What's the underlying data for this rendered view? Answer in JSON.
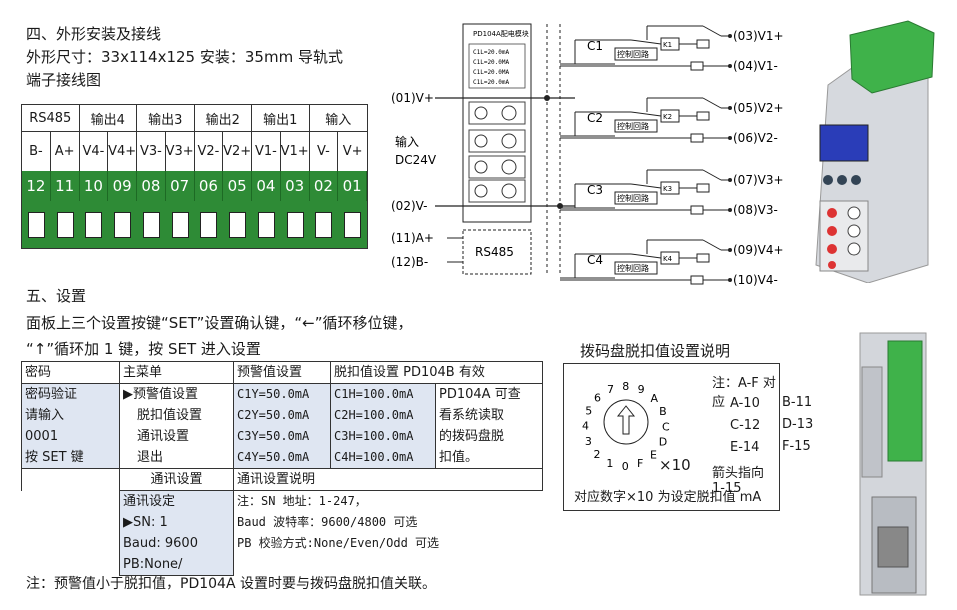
{
  "section4": {
    "title": "四、外形安装及接线",
    "dims": "外形尺寸：33x114x125  安装：35mm 导轨式",
    "terminal_title": "端子接线图"
  },
  "terminal": {
    "groups": [
      "RS485",
      "输出4",
      "输出3",
      "输出2",
      "输出1",
      "输入"
    ],
    "pins": [
      "B-",
      "A+",
      "V4-",
      "V4+",
      "V3-",
      "V3+",
      "V2-",
      "V2+",
      "V1-",
      "V1+",
      "V-",
      "V+"
    ],
    "numbers": [
      "12",
      "11",
      "10",
      "09",
      "08",
      "07",
      "06",
      "05",
      "04",
      "03",
      "02",
      "01"
    ]
  },
  "wiring": {
    "module_title": "PD104A配电模块",
    "module_lines": [
      "C1L=20.0mA",
      "C1L=20.0MA",
      "C1L=20.0MA",
      "C1L=20.0mA"
    ],
    "left_labels": [
      "(01)V+",
      "输入",
      "DC24V",
      "(02)V-",
      "(11)A+",
      "(12)B-"
    ],
    "rs485": "RS485",
    "channels": [
      "C1",
      "C2",
      "C3",
      "C4"
    ],
    "ctrl": "控制回路",
    "relays": [
      "K1",
      "K2",
      "K3",
      "K4"
    ],
    "right_labels": [
      "(03)V1+",
      "(04)V1-",
      "(05)V2+",
      "(06)V2-",
      "(07)V3+",
      "(08)V3-",
      "(09)V4+",
      "(10)V4-"
    ]
  },
  "section5": {
    "title": "五、设置",
    "line1": "面板上三个设置按键“SET”设置确认键，“←”循环移位键，",
    "line2": "“↑”循环加 1 键，按 SET 进入设置"
  },
  "table": {
    "headers": [
      "密码",
      "主菜单",
      "预警值设置",
      "脱扣值设置 PD104B 有效"
    ],
    "password": [
      "密码验证",
      "请输入",
      "0001",
      "按 SET 键"
    ],
    "menu": [
      "▶预警值设置",
      "脱扣值设置",
      "通讯设置",
      "退出"
    ],
    "warn": [
      "C1Y=50.0mA",
      "C2Y=50.0mA",
      "C3Y=50.0mA",
      "C4Y=50.0mA"
    ],
    "trip": [
      "C1H=100.0mA",
      "C2H=100.0mA",
      "C3H=100.0mA",
      "C4H=100.0mA"
    ],
    "note": [
      "PD104A 可查",
      "看系统读取",
      "的拨码盘脱",
      "扣值。"
    ],
    "comm_header": "通讯设置",
    "comm_desc_header": "通讯设置说明",
    "comm": [
      "通讯设定",
      "▶SN:  1",
      "Baud: 9600",
      "PB:None/"
    ],
    "comm_desc": [
      "注：SN 地址：1-247，",
      "Baud 波特率：9600/4800 可选",
      "PB 校验方式:None/Even/Odd 可选"
    ]
  },
  "footnote": "注：预警值小于脱扣值，PD104A 设置时要与拨码盘脱扣值关联。",
  "dial": {
    "title": "拨码盘脱扣值设置说明",
    "marks": [
      "7",
      "8",
      "9",
      "A",
      "B",
      "C",
      "D",
      "E",
      "F",
      "0",
      "1",
      "2",
      "3",
      "4",
      "5",
      "6"
    ],
    "mult": "×10",
    "notes": [
      "注：A-F 对应",
      "A-10",
      "B-11",
      "C-12",
      "D-13",
      "E-14",
      "F-15",
      "箭头指向 1-15"
    ],
    "bottom": "对应数字×10 为设定脱扣值 mA"
  },
  "colors": {
    "terminal_green": "#2e8b36",
    "highlight": "#dfe6f2",
    "device_gray": "#c8ccd2",
    "connector_green": "#3fb24a"
  }
}
